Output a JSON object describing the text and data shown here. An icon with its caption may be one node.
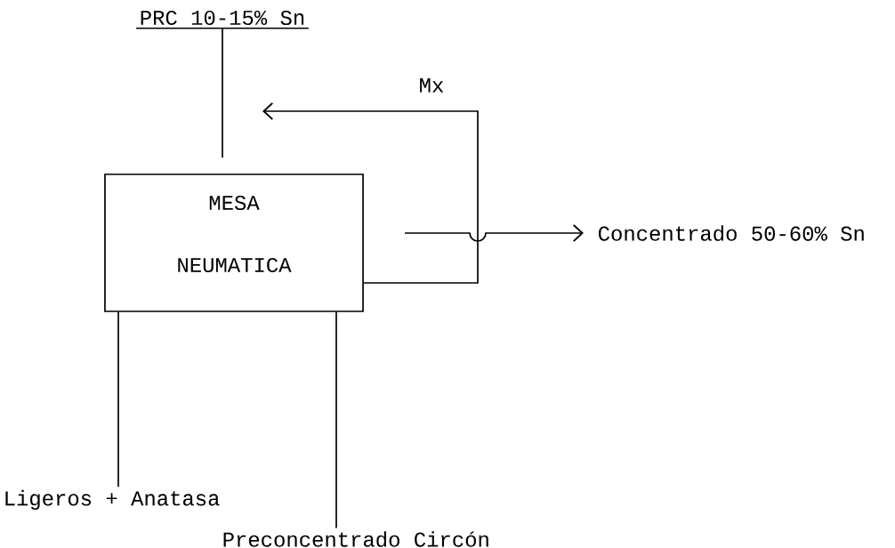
{
  "diagram": {
    "nodes": [
      {
        "text": [
          "PRC 10-15% Sn"
        ]
      },
      {
        "text": [
          "MESA",
          "NEUMATICA"
        ]
      },
      {
        "text": [
          "Concentrado 50-60% Sn"
        ]
      },
      {
        "text": [
          "Ligeros + Anatasa"
        ]
      },
      {
        "text": [
          "Preconcentrado Circón"
        ]
      }
    ],
    "edges": [
      {
        "from": 0,
        "to": 1,
        "arrow": "none"
      },
      {
        "from": 1,
        "to": null,
        "arrow": "to",
        "label": "Mx"
      },
      {
        "from": 1,
        "to": 2,
        "arrow": "to"
      },
      {
        "from": 1,
        "to": 3,
        "arrow": "none"
      },
      {
        "from": 1,
        "to": 4,
        "arrow": "none"
      }
    ]
  }
}
